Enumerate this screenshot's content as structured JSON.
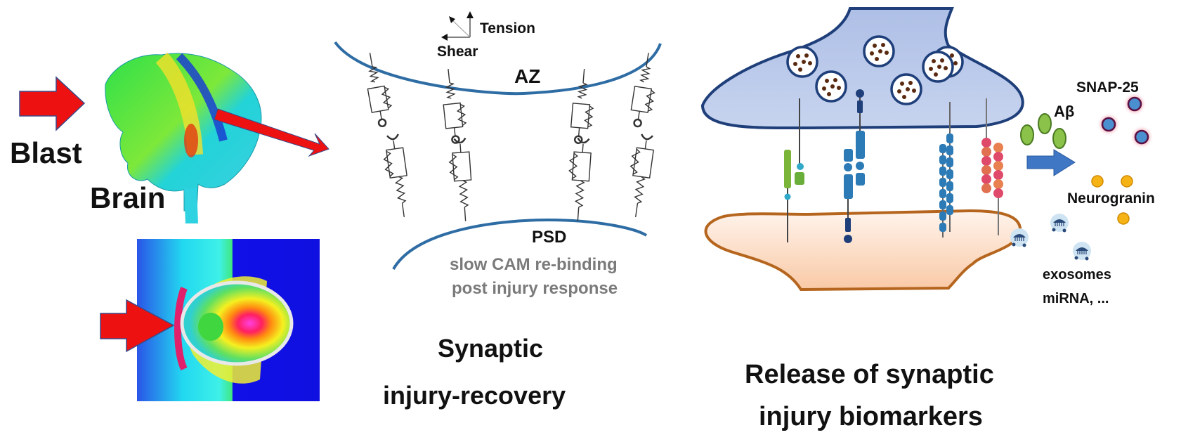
{
  "panels": {
    "left": {
      "blast_label": "Blast",
      "brain_label": "Brain"
    },
    "middle": {
      "tension_label": "Tension",
      "shear_label": "Shear",
      "az_label": "AZ",
      "psd_label": "PSD",
      "note_line1": "slow CAM re-binding",
      "note_line2": "post injury response",
      "title_line1": "Synaptic",
      "title_line2": "injury-recovery"
    },
    "right": {
      "snap25_label": "SNAP-25",
      "abeta_label": "Aβ",
      "neurogranin_label": "Neurogranin",
      "exosomes_label": "exosomes",
      "mirna_label": "miRNA, ...",
      "title_line1": "Release of synaptic",
      "title_line2": "injury biomarkers"
    }
  },
  "colors": {
    "arrow_red": "#ee1111",
    "membrane_blue": "#2e6ca4",
    "presynapse_fill": "#b7c8ea",
    "postsynapse_fill": "#fbd3b6",
    "postsynapse_stroke": "#b5651d",
    "abeta_green": "#8bc34a",
    "snap25_blue": "#4a8fd0",
    "neurogranin_gold": "#f5b316",
    "release_arrow": "#3f77c4"
  }
}
